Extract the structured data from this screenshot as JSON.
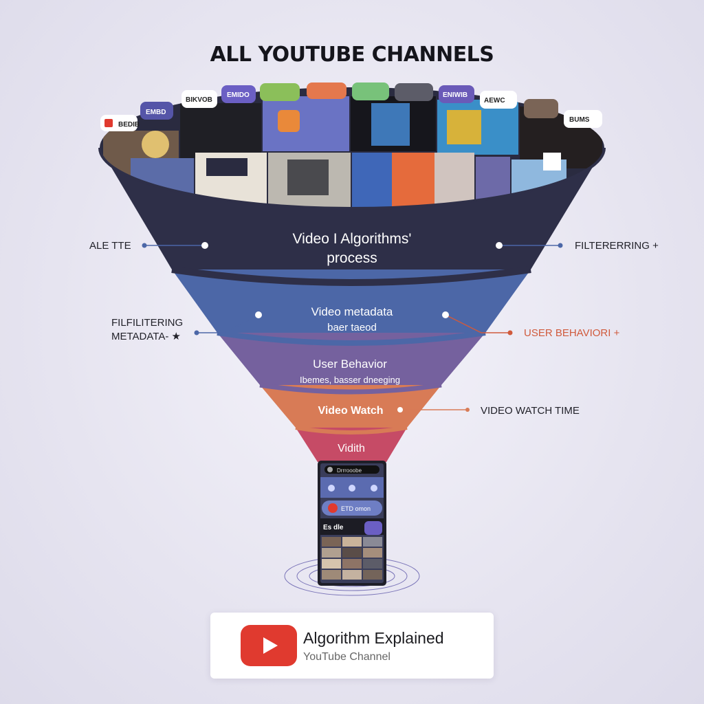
{
  "title": "ALL YOUTUBE CHANNELS",
  "funnel_stages": [
    {
      "label": "Video I Algorithms'\nprocess",
      "color": "#2e2f48"
    },
    {
      "label": "Video metadata\nbaer taeod",
      "color": "#4c67a7"
    },
    {
      "label": "User Behavior\nIbemes, basser dneeging",
      "color": "#75619e"
    },
    {
      "label": "Video Watch",
      "color": "#d87b56"
    },
    {
      "label": "Vidith",
      "color": "#c64b66"
    }
  ],
  "side_labels": {
    "left_1": "ALE TTE",
    "left_2": "FILFILITERING\nMETADATA- ★",
    "right_1": "FILTERERRING +",
    "right_2": "USER BEHAVIORI +",
    "right_3": "VIDEO WATCH TIME"
  },
  "connector_colors": {
    "stage1": "#4c67a7",
    "stage2": "#4c67a7",
    "stage2_right": "#d05a3c",
    "stage3": "#d87b56"
  },
  "channel_tags": [
    "BEDIB",
    "EMBD",
    "BIKVOB",
    "EMIDO",
    "ENIWIB",
    "AEWC",
    "BUMS"
  ],
  "phone": {
    "search_text": "Drrrooobe",
    "chip_text": "ETD omon",
    "banner_text": "Es dle"
  },
  "card": {
    "title": "Algorithm Explained",
    "subtitle": "YouTube Channel",
    "logo_color": "#e03a2f"
  }
}
